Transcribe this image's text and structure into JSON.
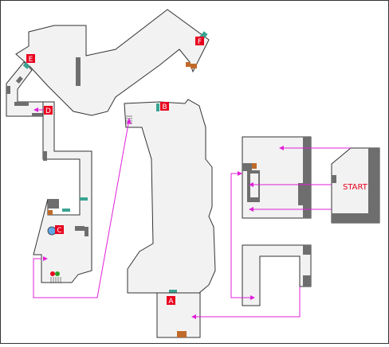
{
  "map": {
    "markers": [
      {
        "label": "A"
      },
      {
        "label": "B"
      },
      {
        "label": "C"
      },
      {
        "label": "D"
      },
      {
        "label": "E"
      },
      {
        "label": "F"
      }
    ],
    "start_label": "START",
    "colors": {
      "room_fill": "#f2f2f2",
      "wall": "#333333",
      "dark_block": "#6e6e6e",
      "route": "#e020d8",
      "marker_red": "#e8001e",
      "door_teal": "#3aa392",
      "crate": "#c06a2a",
      "start_text": "#e8001e"
    }
  }
}
